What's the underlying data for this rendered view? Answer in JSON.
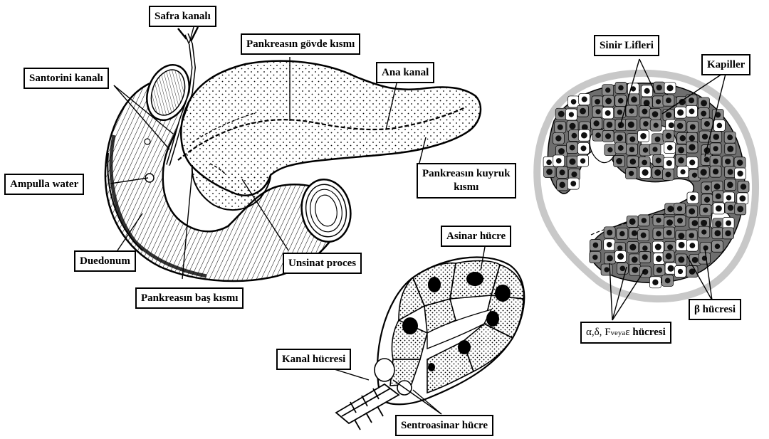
{
  "colors": {
    "ink": "#000000",
    "tissue_dark": "#6e6e6e",
    "tissue_light": "#bdbdbd",
    "cell_fill": "#8c8c8c",
    "nucleus": "#111111",
    "outline_light": "#c8c8c8",
    "background": "#ffffff"
  },
  "labels": {
    "safra_kanali": "Safra kanalı",
    "santorini_kanali": "Santorini kanalı",
    "ampulla_water": "Ampulla water",
    "duedonum": "Duedonum",
    "pankreas_bas": "Pankreasın baş kısmı",
    "unsinat_proces": "Unsinat proces",
    "pankreas_govde": "Pankreasın gövde kısmı",
    "ana_kanal": "Ana kanal",
    "pankreas_kuyruk_line1": "Pankreasın kuyruk",
    "pankreas_kuyruk_line2": "kısmı",
    "asinar_hucre": "Asinar hücre",
    "kanal_hucresi": "Kanal hücresi",
    "sentroasinar_hucre": "Sentroasinar hücre",
    "sinir_lifleri": "Sinir Lifleri",
    "kapiller": "Kapiller",
    "beta_hucresi": "β hücresi",
    "alpha_group_symbols": "α,δ, ",
    "alpha_group_f": "F",
    "alpha_group_veya": "veya",
    "alpha_group_epsilon": "ε",
    "alpha_group_hucresi": " hücresi"
  },
  "icons": {
    "pancreas": "pancreas-illustration-icon",
    "acinus": "acinus-illustration-icon",
    "islet": "islet-of-langerhans-illustration-icon"
  }
}
